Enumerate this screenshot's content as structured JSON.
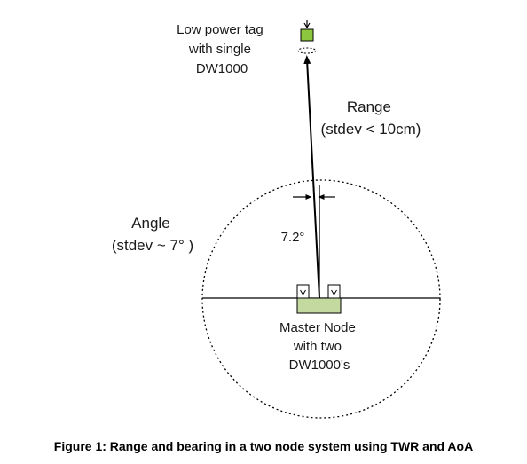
{
  "tag_label": [
    "Low power tag",
    "with single",
    "DW1000"
  ],
  "range_label": [
    "Range",
    "(stdev < 10cm)"
  ],
  "angle_label": [
    "Angle",
    "(stdev ~ 7° )"
  ],
  "angle_value": "7.2°",
  "master_label": [
    "Master Node",
    "with two",
    "DW1000's"
  ],
  "caption": "Figure 1: Range and bearing in a two node system using TWR and AoA",
  "colors": {
    "node_fill": "#c4d9a0",
    "tag_fill": "#8cc63f",
    "line": "#000000"
  }
}
